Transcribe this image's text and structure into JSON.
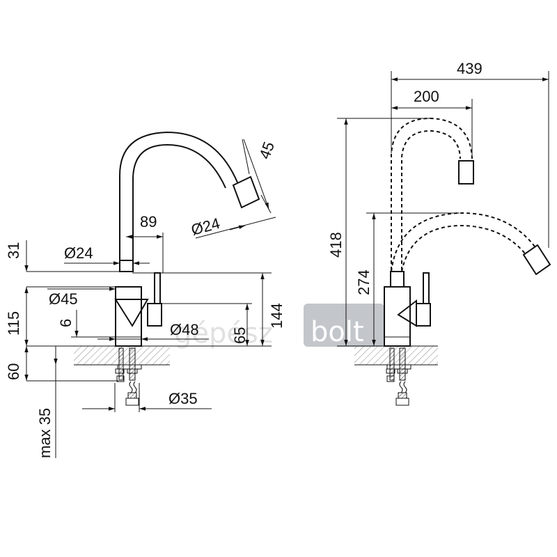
{
  "drawing": {
    "left_view": {
      "dim_31": "31",
      "dim_115": "115",
      "dim_60": "60",
      "dim_max35": "max 35",
      "dim_6": "6",
      "dim_89": "89",
      "dim_d24_pipe": "Ø24",
      "dim_d45": "Ø45",
      "dim_d48": "Ø48",
      "dim_65": "65",
      "dim_144": "144",
      "dim_d35": "Ø35",
      "dim_45": "45",
      "dim_d24_spout": "Ø24"
    },
    "right_view": {
      "dim_439": "439",
      "dim_200": "200",
      "dim_418": "418",
      "dim_274": "274"
    }
  },
  "watermark": {
    "part1": "gépész",
    "part2": "bolt",
    "box_color": "#b9bcc2"
  },
  "colors": {
    "line": "#111111",
    "background": "#ffffff"
  }
}
